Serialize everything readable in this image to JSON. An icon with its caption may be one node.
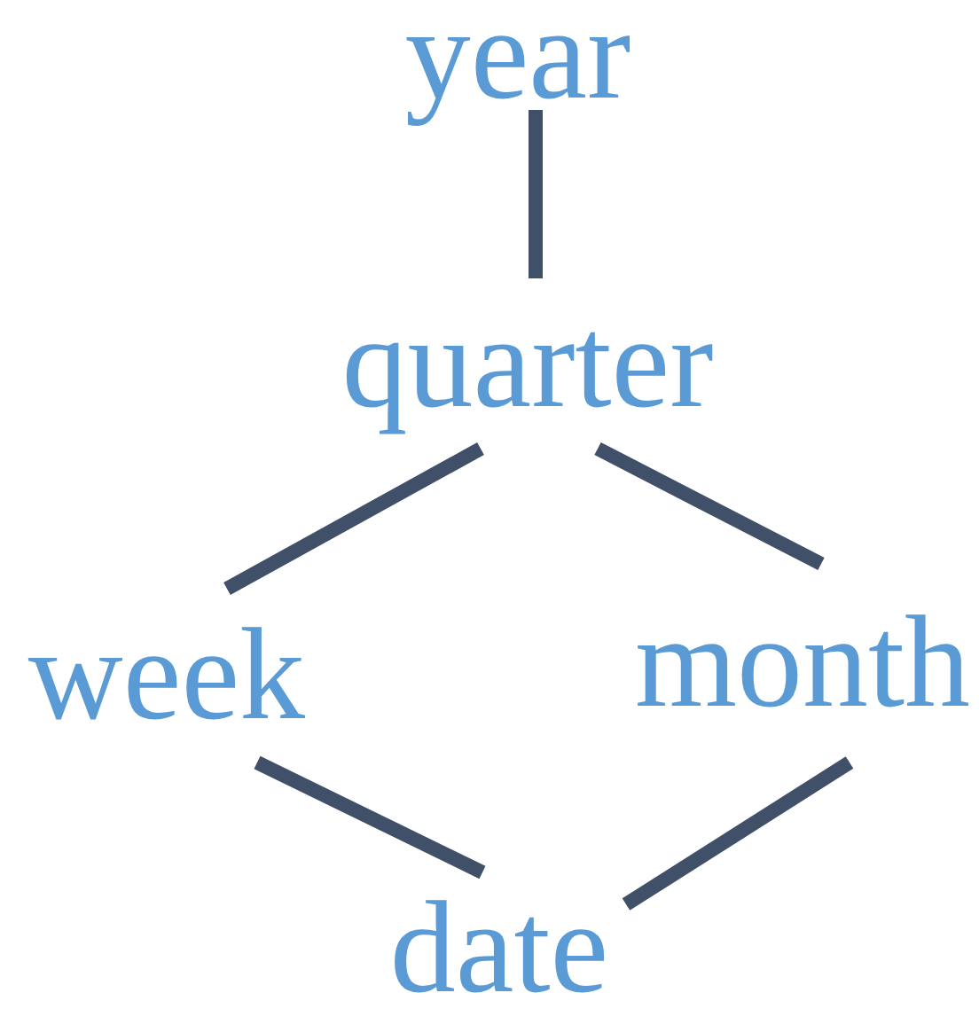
{
  "diagram": {
    "nodes": [
      {
        "text": [
          "year"
        ]
      },
      {
        "text": [
          "quarter"
        ]
      },
      {
        "text": [
          "week"
        ]
      },
      {
        "text": [
          "month"
        ]
      },
      {
        "text": [
          "date"
        ]
      }
    ],
    "edges": [
      {
        "from": 0,
        "to": 1,
        "arrow": "none"
      },
      {
        "from": 1,
        "to": 2,
        "arrow": "none"
      },
      {
        "from": 1,
        "to": 3,
        "arrow": "none"
      },
      {
        "from": 2,
        "to": 4,
        "arrow": "none"
      },
      {
        "from": 3,
        "to": 4,
        "arrow": "none"
      }
    ]
  }
}
